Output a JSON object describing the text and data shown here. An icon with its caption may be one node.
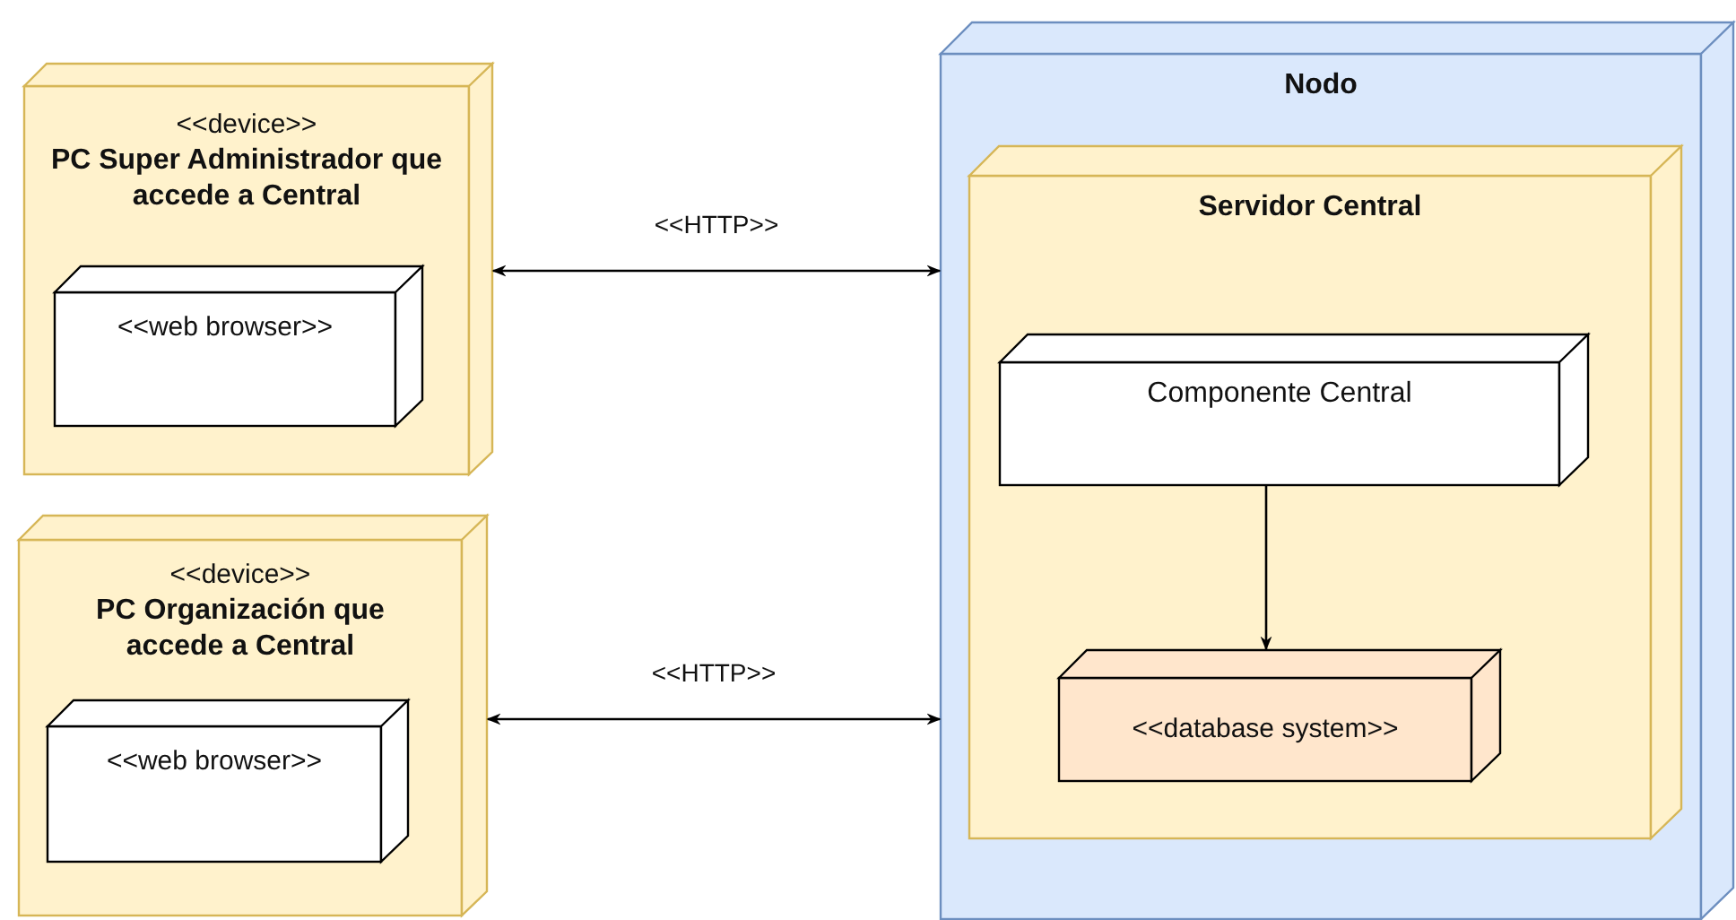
{
  "diagram": {
    "nodes": [
      {
        "text": [
          "<<device>>",
          "PC Super Administrador que accede a Central"
        ]
      },
      {
        "text": [
          "<<web browser>>"
        ],
        "in": 0
      },
      {
        "text": [
          "<<device>>",
          "PC Organización que accede a Central"
        ]
      },
      {
        "text": [
          "<<web browser>>"
        ],
        "in": 2
      },
      {
        "text": [
          "Nodo"
        ]
      },
      {
        "text": [
          "Servidor Central"
        ],
        "in": 4
      },
      {
        "text": [
          "Componente Central"
        ],
        "in": 5
      },
      {
        "text": [
          "<<database system>>"
        ],
        "in": 5
      }
    ],
    "edges": [
      {
        "from": 0,
        "to": 4,
        "arrow": "both",
        "label": "<<HTTP>>"
      },
      {
        "from": 2,
        "to": 4,
        "arrow": "both",
        "label": "<<HTTP>>"
      },
      {
        "from": 6,
        "to": 7,
        "arrow": "to"
      }
    ]
  }
}
